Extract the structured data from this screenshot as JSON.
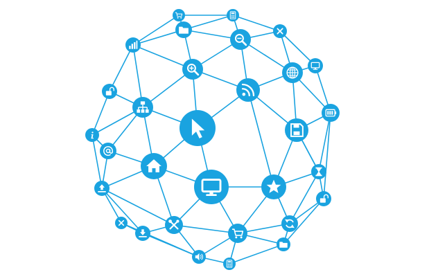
{
  "accent_color": "#1aa3e0",
  "icon_color": "#ffffff",
  "background_color": "#ffffff",
  "nodes": [
    {
      "id": "cursor",
      "icon": "cursor-arrow-icon"
    },
    {
      "id": "monitor-center",
      "icon": "monitor-icon"
    },
    {
      "id": "home",
      "icon": "home-icon"
    },
    {
      "id": "star",
      "icon": "star-icon"
    },
    {
      "id": "rss",
      "icon": "rss-feed-icon"
    },
    {
      "id": "save",
      "icon": "floppy-disk-icon"
    },
    {
      "id": "globe",
      "icon": "globe-icon"
    },
    {
      "id": "zoom-in",
      "icon": "zoom-in-icon"
    },
    {
      "id": "search",
      "icon": "search-icon"
    },
    {
      "id": "folder-top",
      "icon": "folder-icon"
    },
    {
      "id": "cart-top",
      "icon": "shopping-cart-icon"
    },
    {
      "id": "calc-top",
      "icon": "calculator-icon"
    },
    {
      "id": "close-top",
      "icon": "close-icon"
    },
    {
      "id": "chart",
      "icon": "bar-chart-icon"
    },
    {
      "id": "unlock-left",
      "icon": "unlock-icon"
    },
    {
      "id": "sitemap",
      "icon": "sitemap-icon"
    },
    {
      "id": "info",
      "icon": "info-icon"
    },
    {
      "id": "at",
      "icon": "at-sign-icon"
    },
    {
      "id": "upload",
      "icon": "upload-icon"
    },
    {
      "id": "close-left",
      "icon": "close-icon"
    },
    {
      "id": "download",
      "icon": "download-icon"
    },
    {
      "id": "tools",
      "icon": "wrench-screwdriver-icon"
    },
    {
      "id": "speaker",
      "icon": "speaker-icon"
    },
    {
      "id": "calc-bottom",
      "icon": "calculator-icon"
    },
    {
      "id": "cart-bottom",
      "icon": "shopping-cart-icon"
    },
    {
      "id": "sync",
      "icon": "refresh-icon"
    },
    {
      "id": "folder-bottom",
      "icon": "folder-icon"
    },
    {
      "id": "unlock-right",
      "icon": "unlock-icon"
    },
    {
      "id": "hourglass",
      "icon": "hourglass-icon"
    },
    {
      "id": "battery",
      "icon": "battery-icon"
    },
    {
      "id": "monitor-small",
      "icon": "monitor-icon"
    }
  ]
}
